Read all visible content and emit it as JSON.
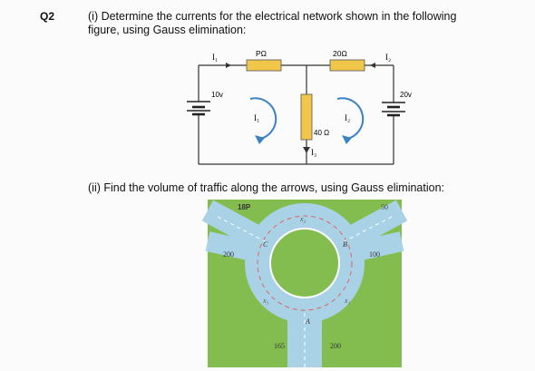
{
  "question": {
    "number": "Q2",
    "part1_line1": "(i) Determine the currents for the electrical network shown in the following",
    "part1_line2": "figure, using Gauss elimination:",
    "part2": "(ii) Find the volume of traffic along the arrows, using Gauss elimination:"
  },
  "circuit": {
    "left_top_current": "I₁",
    "left_resistor": "PΩ",
    "right_resistor": "20Ω",
    "right_top_current": "I₂",
    "left_source": "10v",
    "right_source": "20v",
    "left_loop": "I₁",
    "right_loop": "I₂",
    "middle_resistor": "40 Ω",
    "middle_current": "I₃"
  },
  "traffic": {
    "top_left_flow": "18P",
    "top_right_flow": "50",
    "left_flow": "200",
    "right_flow": "100",
    "bottom_left_flow": "165",
    "bottom_right_flow": "200",
    "top_arc": "x₂",
    "left_arc": "x₃",
    "right_arc": "x₁",
    "node_a": "A",
    "node_b": "B",
    "node_c": "C"
  }
}
